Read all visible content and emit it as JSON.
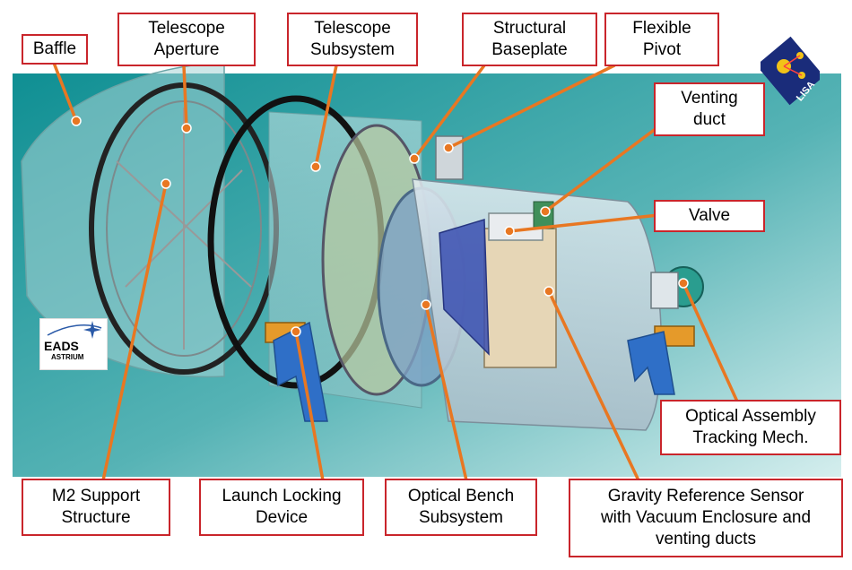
{
  "colors": {
    "leader": "#e87722",
    "box_border": "#c9252b",
    "background": "#7fc8c8"
  },
  "labels": {
    "baffle": "Baffle",
    "telescope_aperture": "Telescope\nAperture",
    "telescope_subsystem": "Telescope\nSubsystem",
    "structural_baseplate": "Structural\nBaseplate",
    "flexible_pivot": "Flexible\nPivot",
    "venting_duct": "Venting\nduct",
    "valve": "Valve",
    "optical_assembly_tracking": "Optical Assembly\nTracking Mech.",
    "m2_support": "M2 Support\nStructure",
    "launch_locking": "Launch Locking\nDevice",
    "optical_bench": "Optical Bench\nSubsystem",
    "gravity_reference": "Gravity Reference Sensor\nwith Vacuum Enclosure and\nventing ducts"
  },
  "logos": {
    "eads_text": "EADS",
    "eads_sub": "ASTRIUM",
    "lisa_text": "LISA"
  }
}
